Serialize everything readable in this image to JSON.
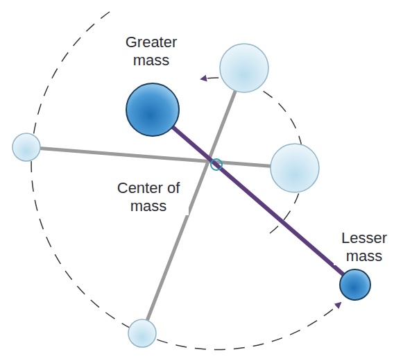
{
  "diagram": {
    "labels": [
      "Greater mass",
      "Center of mass",
      "Lesser mass"
    ]
  }
}
